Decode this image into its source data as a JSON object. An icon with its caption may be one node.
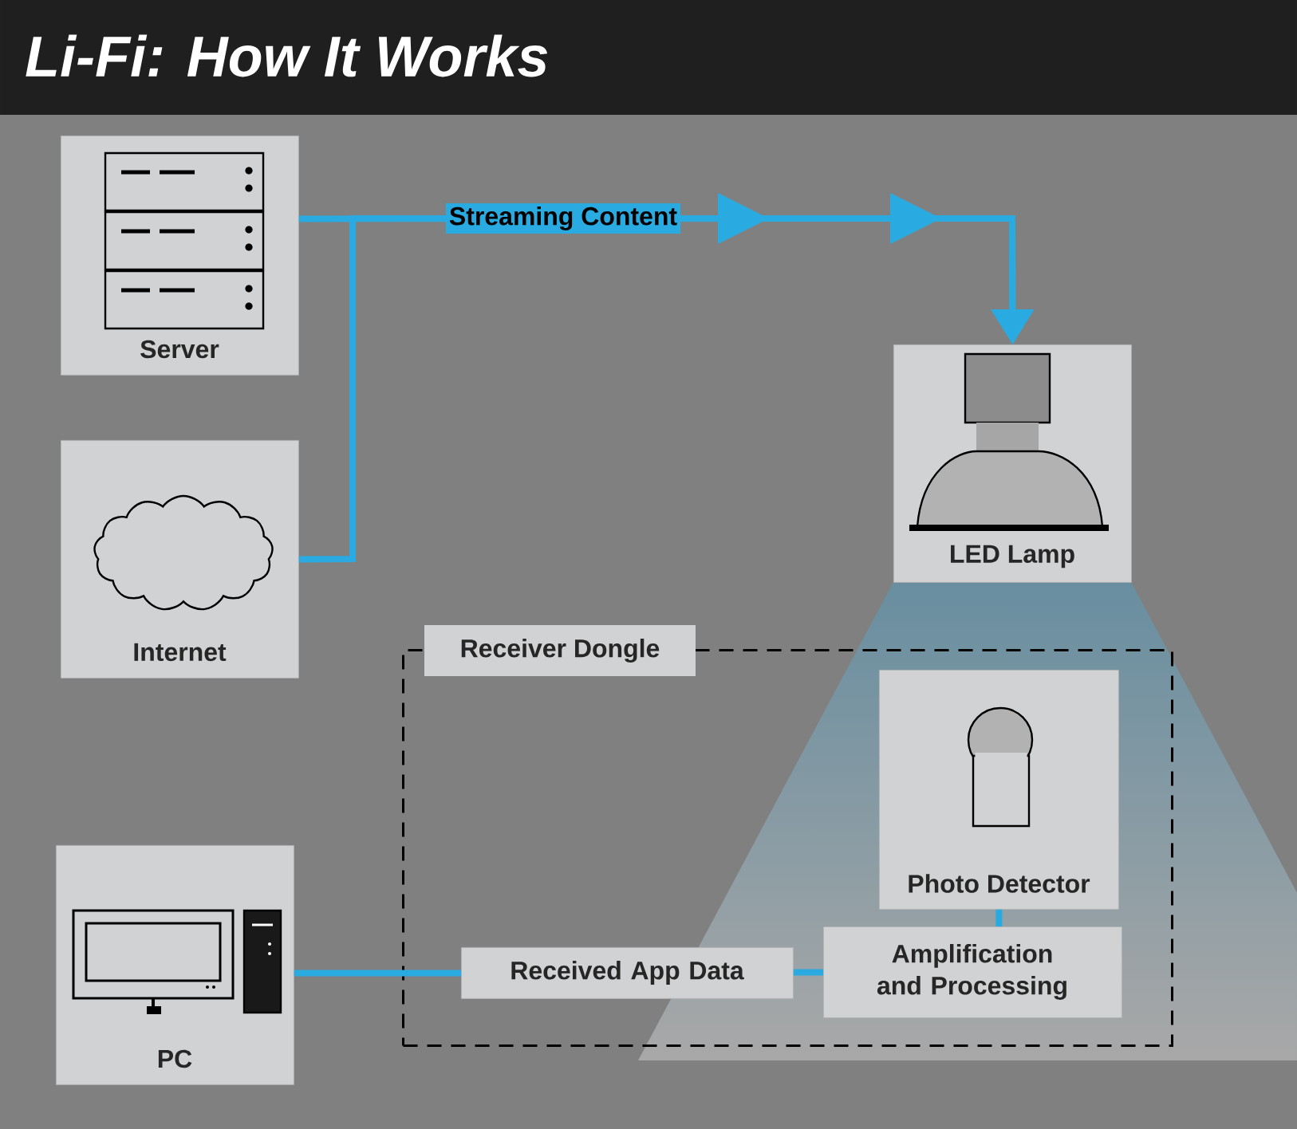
{
  "diagram": {
    "title": "Li-Fi: How It Works",
    "nodes": [
      {
        "text": [
          "Server"
        ]
      },
      {
        "text": [
          "Internet"
        ]
      },
      {
        "text": [
          "LED Lamp"
        ]
      },
      {
        "text": [
          "Receiver Dongle"
        ]
      },
      {
        "text": [
          "Photo Detector"
        ],
        "in": 3
      },
      {
        "text": [
          "Amplification and Processing"
        ],
        "in": 3
      },
      {
        "text": [
          "Received App Data"
        ],
        "in": 3
      },
      {
        "text": [
          "PC"
        ]
      }
    ],
    "edges": [
      {
        "from": 0,
        "to": 2,
        "arrow": "to",
        "label": "Streaming Content"
      },
      {
        "from": 1,
        "to": 2,
        "arrow": "to"
      },
      {
        "from": 4,
        "to": 5,
        "arrow": "none"
      },
      {
        "from": 5,
        "to": 6,
        "arrow": "none"
      },
      {
        "from": 6,
        "to": 7,
        "arrow": "none"
      }
    ]
  }
}
